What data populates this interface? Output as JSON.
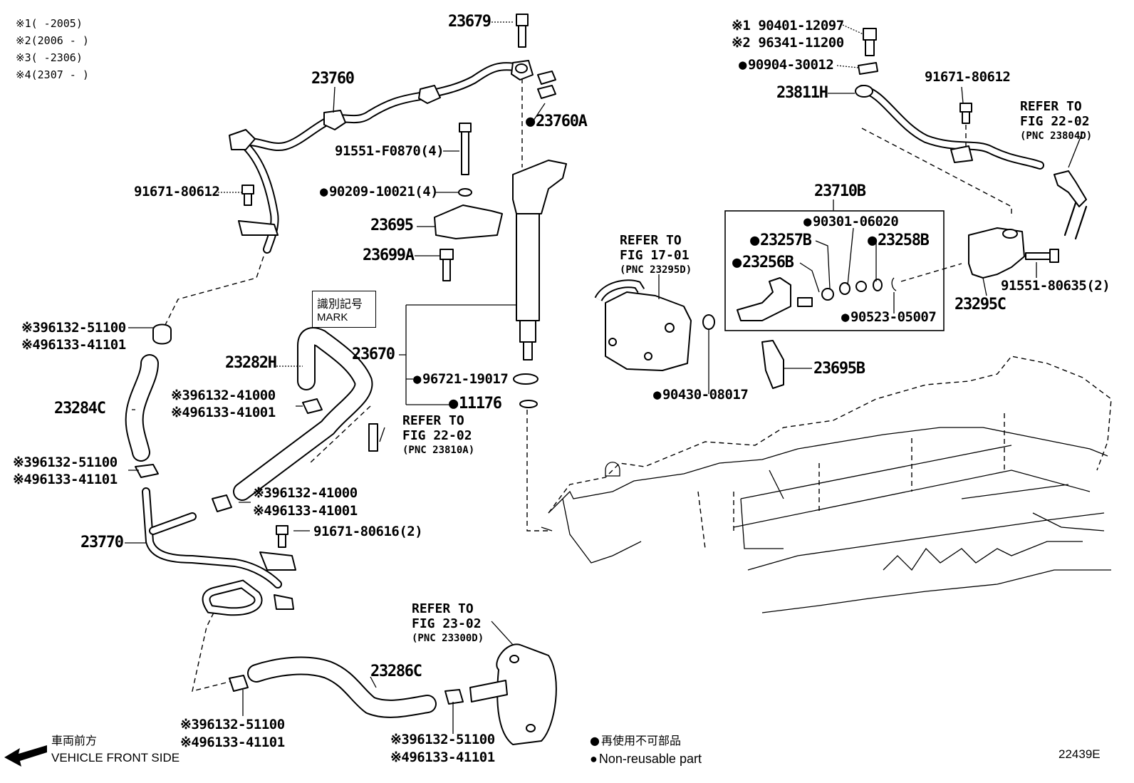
{
  "legend_notes": [
    {
      "mark": "※1",
      "range": "(      -2005)"
    },
    {
      "mark": "※2",
      "range": "(2006 -      )"
    },
    {
      "mark": "※3",
      "range": "(      -2306)"
    },
    {
      "mark": "※4",
      "range": "(2307 -      )"
    }
  ],
  "parts": {
    "p23679": "23679",
    "p23760": "23760",
    "p23760A": "23760A",
    "p91551F0870": "91551-F0870(4)",
    "p90209": "90209-10021(4)",
    "p23695": "23695",
    "p23699A": "23699A",
    "p91671_80612_left": "91671-80612",
    "p23670": "23670",
    "p96721": "96721-19017",
    "p11176": "11176",
    "clamp1_a": "96132-51100",
    "clamp1_b": "96133-41101",
    "p23284C": "23284C",
    "p23282H": "23282H",
    "clamp2_a": "96132-41000",
    "clamp2_b": "96133-41001",
    "clamp3_a": "96132-51100",
    "clamp3_b": "96133-41101",
    "clamp4_a": "96132-41000",
    "clamp4_b": "96133-41001",
    "p91671_80616": "91671-80616(2)",
    "p23770": "23770",
    "clamp5_a": "96132-51100",
    "clamp5_b": "96133-41101",
    "p23286C": "23286C",
    "clamp6_a": "96132-51100",
    "clamp6_b": "96133-41101",
    "p90401": "90401-12097",
    "p96341": "96341-11200",
    "p90904": "90904-30012",
    "p23811H": "23811H",
    "p91671_80612_right": "91671-80612",
    "p23710B": "23710B",
    "p90301": "90301-06020",
    "p23257B": "23257B",
    "p23258B": "23258B",
    "p23256B": "23256B",
    "p90523": "90523-05007",
    "p23295C": "23295C",
    "p91551_80635": "91551-80635(2)",
    "p23695B": "23695B",
    "p90430": "90430-08017"
  },
  "marks": {
    "m1": "※1",
    "m2": "※2",
    "m3": "※3",
    "m4": "※4"
  },
  "mark_box": {
    "line1": "識別記号",
    "line2": "MARK"
  },
  "refs": {
    "fig1701": {
      "line1": "REFER TO",
      "line2": "FIG 17-01",
      "pnc": "(PNC 23295D)"
    },
    "fig2202_right": {
      "line1": "REFER TO",
      "line2": "FIG 22-02",
      "pnc": "(PNC 23804D)"
    },
    "fig2202_left": {
      "line1": "REFER TO",
      "line2": "FIG 22-02",
      "pnc": "(PNC 23810A)"
    },
    "fig2302": {
      "line1": "REFER TO",
      "line2": "FIG 23-02",
      "pnc": "(PNC 23300D)"
    }
  },
  "footer": {
    "front_jp": "車両前方",
    "front_en": "VEHICLE FRONT SIDE",
    "nonreuse_jp": "再使用不可部品",
    "nonreuse_en": "Non-reusable part",
    "code": "22439E"
  }
}
